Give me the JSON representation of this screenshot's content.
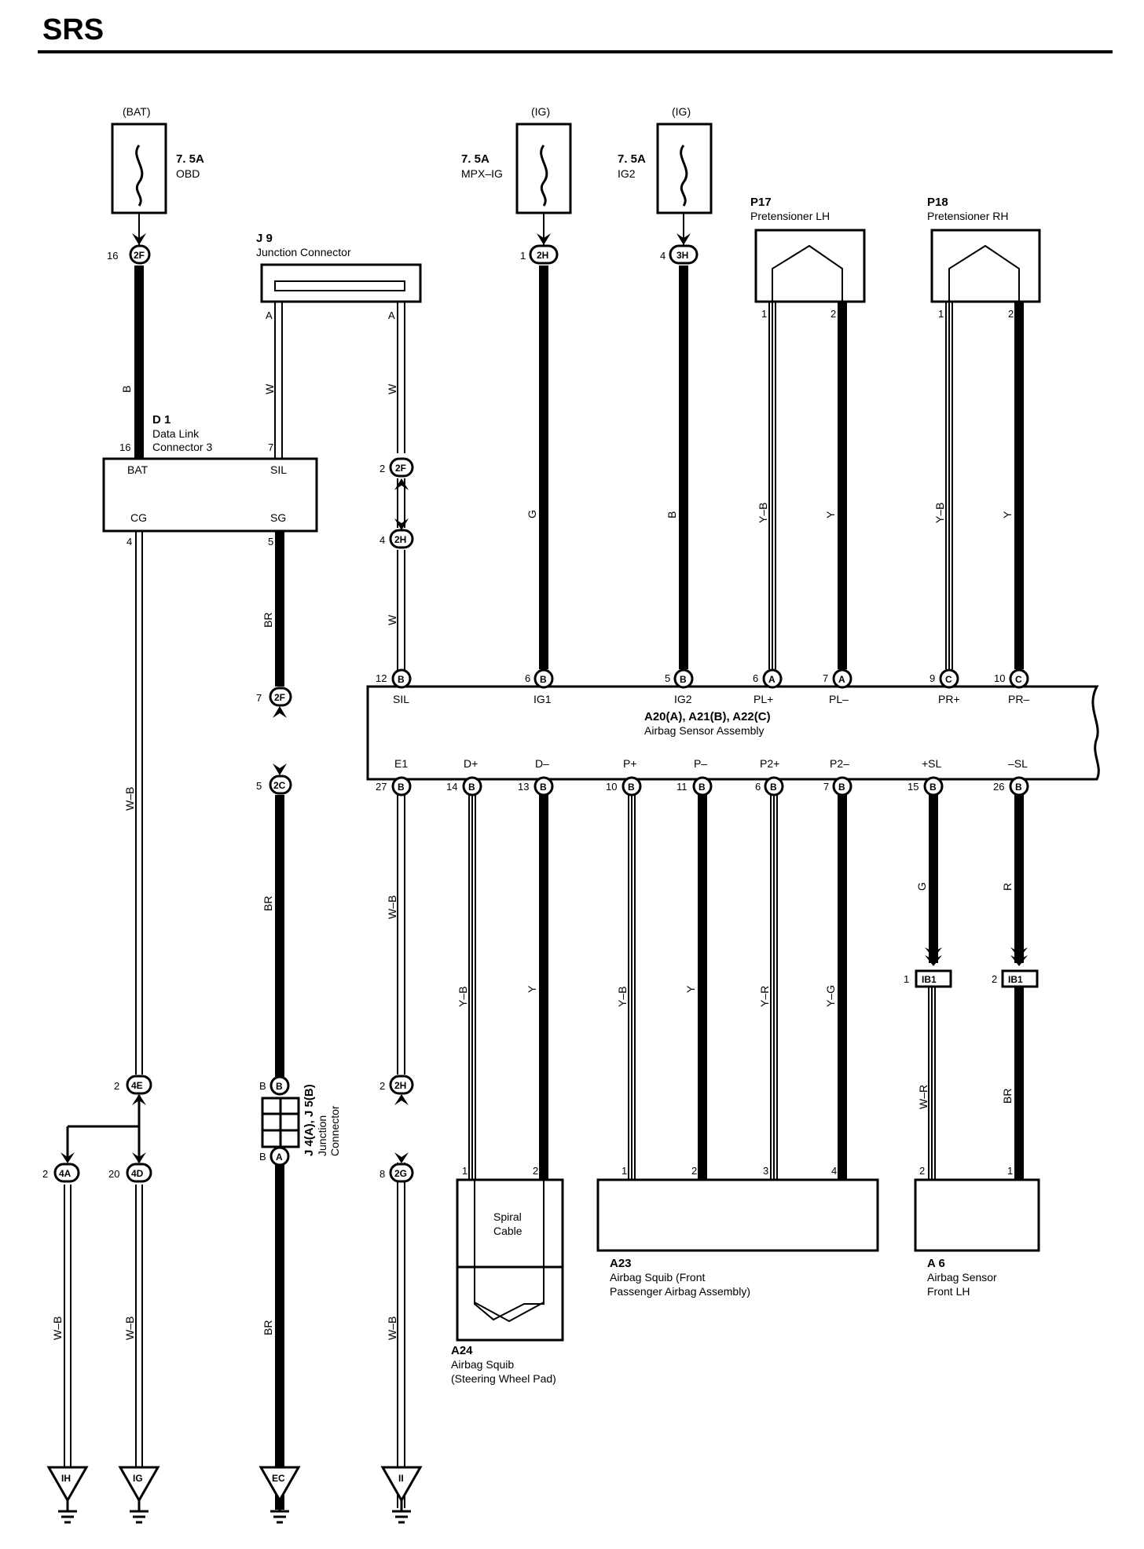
{
  "title": "SRS",
  "power": {
    "bat": {
      "source": "(BAT)",
      "amp": "7. 5A",
      "name": "OBD"
    },
    "mpx": {
      "source": "(IG)",
      "amp": "7. 5A",
      "name": "MPX–IG"
    },
    "ig2": {
      "source": "(IG)",
      "amp": "7. 5A",
      "name": "IG2"
    }
  },
  "components": {
    "j9": {
      "code": "J 9",
      "name": "Junction Connector",
      "pinA": "A"
    },
    "d1": {
      "code": "D 1",
      "name1": "Data Link",
      "name2": "Connector 3",
      "pin_bat": "BAT",
      "pin_sil": "SIL",
      "pin_cg": "CG",
      "pin_sg": "SG"
    },
    "p17": {
      "code": "P17",
      "name": "Pretensioner LH"
    },
    "p18": {
      "code": "P18",
      "name": "Pretensioner RH"
    },
    "sensor": {
      "code": "A20(A), A21(B), A22(C)",
      "name": "Airbag Sensor Assembly",
      "top_pins": [
        "SIL",
        "IG1",
        "IG2",
        "PL+",
        "PL–",
        "PR+",
        "PR–"
      ],
      "bottom_pins": [
        "E1",
        "D+",
        "D–",
        "P+",
        "P–",
        "P2+",
        "P2–",
        "+SL",
        "–SL"
      ]
    },
    "j4j5": {
      "code": "J 4(A), J 5(B)",
      "name": "Junction",
      "name2": "Connector"
    },
    "a24": {
      "code": "A24",
      "name1": "Airbag Squib",
      "name2": "(Steering Wheel Pad)",
      "inner1": "Spiral",
      "inner2": "Cable"
    },
    "a23": {
      "code": "A23",
      "name1": "Airbag Squib (Front",
      "name2": "Passenger Airbag Assembly)"
    },
    "a6": {
      "code": "A 6",
      "name1": "Airbag Sensor",
      "name2": "Front LH"
    }
  },
  "connectors": {
    "c2F": "2F",
    "c2H": "2H",
    "c3H": "3H",
    "c2C": "2C",
    "c4E": "4E",
    "c4A": "4A",
    "c4D": "4D",
    "c2G": "2G",
    "cB": "B",
    "cA": "A",
    "cC": "C",
    "cIB1": "IB1"
  },
  "pins": {
    "n1": "1",
    "n2": "2",
    "n3": "3",
    "n4": "4",
    "n5": "5",
    "n6": "6",
    "n7": "7",
    "n8": "8",
    "n9": "9",
    "n10": "10",
    "n11": "11",
    "n12": "12",
    "n13": "13",
    "n14": "14",
    "n15": "15",
    "n16": "16",
    "n20": "20",
    "n26": "26",
    "n27": "27",
    "pB": "B"
  },
  "wire_colors": {
    "B": "B",
    "W": "W",
    "G": "G",
    "R": "R",
    "Y": "Y",
    "Y_B": "Y–B",
    "BR": "BR",
    "W_B": "W–B",
    "Y_R": "Y–R",
    "Y_G": "Y–G",
    "W_R": "W–R"
  },
  "grounds": [
    "IH",
    "IG",
    "EC",
    "II"
  ]
}
